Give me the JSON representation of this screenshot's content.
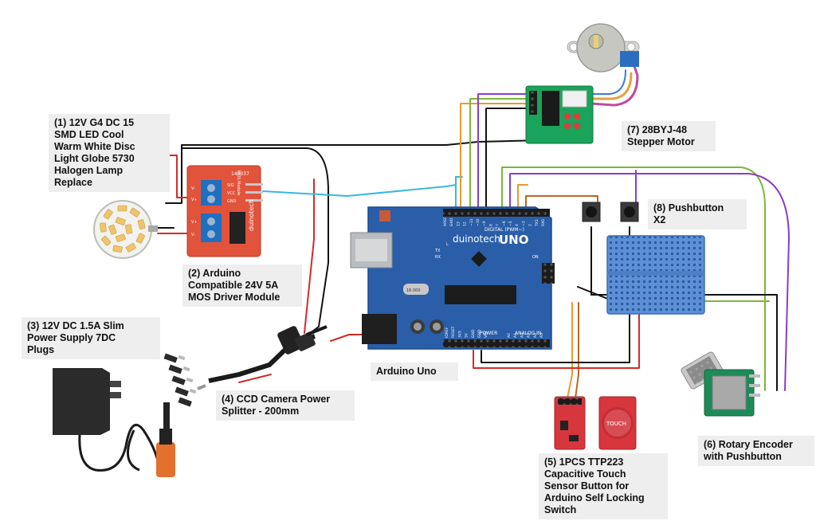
{
  "labels": {
    "led": [
      "(1) 12V G4 DC 15",
      "SMD LED Cool",
      "Warm White Disc",
      "Light Globe 5730",
      "Halogen Lamp",
      "Replace"
    ],
    "mos": [
      "(2) Arduino",
      "Compatible 24V 5A",
      "MOS Driver Module"
    ],
    "psu": [
      "(3) 12V DC 1.5A Slim",
      "Power Supply 7DC",
      "Plugs"
    ],
    "splitter": [
      "(4) CCD Camera Power",
      "Splitter - 200mm"
    ],
    "touch": [
      "(5) 1PCS TTP223",
      "Capacitive Touch",
      "Sensor Button for",
      "Arduino Self Locking",
      "Switch"
    ],
    "encoder": [
      "(6) Rotary Encoder",
      "with Pushbutton"
    ],
    "stepper": [
      "(7) 28BYJ-48",
      "Stepper Motor"
    ],
    "pushbutton": [
      "(8) Pushbutton",
      "X2"
    ],
    "uno": [
      "Arduino Uno"
    ]
  },
  "board_text": {
    "mos_brand": "duinotech",
    "mos_code": "140037",
    "mos_top": "MOS Module",
    "mos_pins": [
      "SIG",
      "VCC",
      "GND"
    ],
    "mos_terminals": [
      "V-",
      "V+",
      "V+",
      "V-"
    ],
    "uno_brand": "duinotech",
    "uno_model": "UNO",
    "uno_digital": "DIGITAL (PWM~)",
    "uno_power": "POWER",
    "uno_analog": "ANALOG IN",
    "uno_crystal": "16.000",
    "uno_digital_pins": [
      "AREF",
      "GND",
      "13",
      "12",
      "~11",
      "~10",
      "~9",
      "8",
      "7",
      "~6",
      "~5",
      "4",
      "~3",
      "2",
      "TX1",
      "RX0"
    ],
    "uno_power_pins": [
      "IOREF",
      "RESET",
      "3V3",
      "5V",
      "GND",
      "GND",
      "VIN"
    ],
    "uno_analog_pins": [
      "A0",
      "A1",
      "A2",
      "A3",
      "A4",
      "A5"
    ],
    "uno_leds": [
      "L",
      "TX",
      "RX",
      "ON"
    ],
    "touch_text": "TOUCH"
  },
  "colors": {
    "label_bg": "#eeeeee",
    "uno_blue": "#2a5ea8",
    "mos_red": "#e2533c",
    "driver_green": "#1aa35a",
    "breadboard": "#5b8fd6",
    "touch_red": "#d7363c",
    "wire_black": "#111111",
    "wire_red": "#d42a2a",
    "wire_cyan": "#36b8e0",
    "wire_orange": "#e89a2c",
    "wire_green": "#7ab83a",
    "wire_purple": "#8a3cc8",
    "wire_brown": "#c0651f"
  }
}
